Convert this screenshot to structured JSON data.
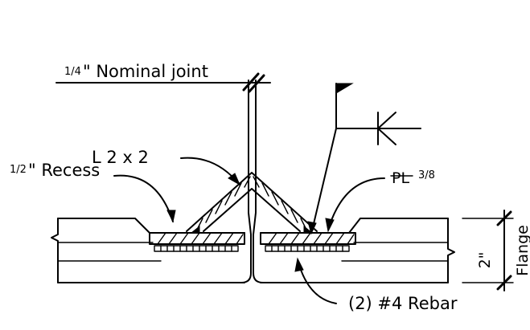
{
  "labels": {
    "nominal_joint_frac": "1/4",
    "nominal_joint_text": "\" Nominal joint",
    "angle": "L 2 x 2",
    "recess_frac": "1/2",
    "recess_text": "\" Recess",
    "plate_prefix": "PL",
    "plate_frac": "3/8",
    "dimension": "2\"",
    "flange": "Flange",
    "rebar": "(2) #4 Rebar"
  },
  "colors": {
    "ink": "#000000",
    "background": "#ffffff"
  }
}
